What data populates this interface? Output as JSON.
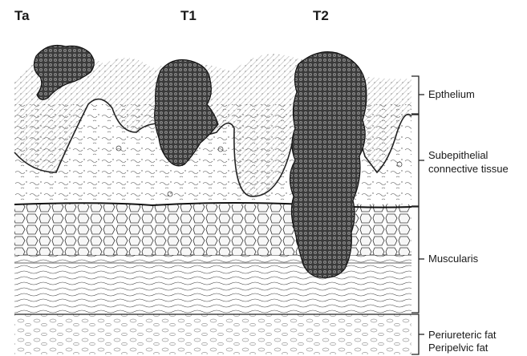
{
  "stages": {
    "ta": "Ta",
    "t1": "T1",
    "t2": "T2"
  },
  "layers": {
    "epithelium": "Epthelium",
    "subepithelial_line1": "Subepithelial",
    "subepithelial_line2": "connective tissue",
    "muscularis": "Muscularis",
    "fat_line1": "Periureteric fat",
    "fat_line2": "Peripelvic fat"
  }
}
